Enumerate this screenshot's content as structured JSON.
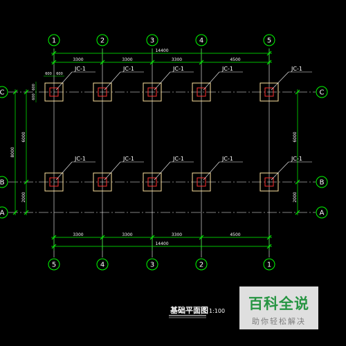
{
  "drawing": {
    "title": "基础平面图",
    "scale": "1:100",
    "footing_label": "JC-1",
    "footing_size_labels": [
      "600",
      "600"
    ],
    "colors": {
      "grid_line": "#ffffff",
      "dimension": "#00ff00",
      "bubble": "#00ff00",
      "footing_outer": "#ffe4a0",
      "footing_inner": "#ff3030",
      "text": "#ffffff"
    },
    "axes_top": [
      "1",
      "2",
      "3",
      "4",
      "5"
    ],
    "axes_bottom": [
      "5",
      "4",
      "3",
      "2",
      "1"
    ],
    "axes_rows": [
      "C",
      "B",
      "A"
    ],
    "top_dims": [
      "3300",
      "3300",
      "3300",
      "4500"
    ],
    "top_total": "14400",
    "bottom_dims": [
      "3300",
      "3300",
      "3300",
      "4500"
    ],
    "bottom_total": "14400",
    "left_dims": [
      "6000",
      "2000"
    ],
    "left_total": "8000",
    "right_dims": [
      "6000",
      "2000"
    ]
  },
  "watermark": {
    "main": "百科全说",
    "sub": "助你轻松解决"
  }
}
